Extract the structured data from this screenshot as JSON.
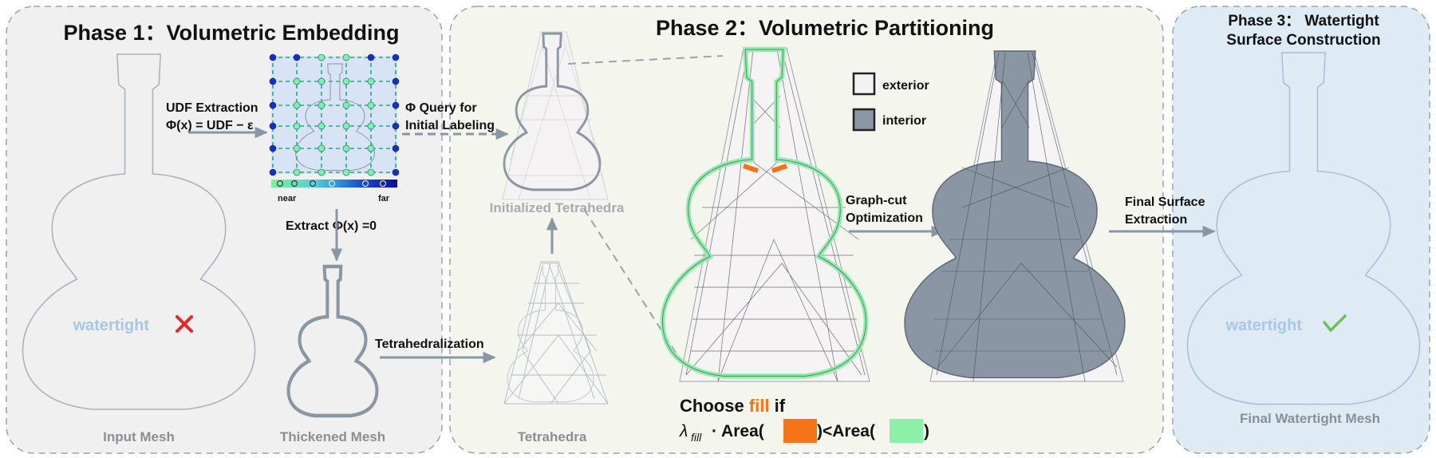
{
  "phase1": {
    "title": "Phase 1：Volumetric Embedding",
    "udf_line1": "UDF Extraction",
    "udf_line2": "Φ(x) = UDF − ε",
    "colorbar_near": "near",
    "colorbar_far": "far",
    "extract_label": "Extract Φ(x) =0",
    "watertight_label": "watertight",
    "input_caption": "Input Mesh",
    "thickened_caption": "Thickened Mesh"
  },
  "phase2": {
    "title": "Phase 2：Volumetric Partitioning",
    "query_line1": "Φ Query for",
    "query_line2": "Initial Labeling",
    "init_tet_caption": "Initialized Tetrahedra",
    "tetrahedralization_label": "Tetrahedralization",
    "tet_caption": "Tetrahedra",
    "legend_exterior": "exterior",
    "legend_interior": "interior",
    "graphcut_line1": "Graph-cut",
    "graphcut_line2": "Optimization",
    "choose_prefix": "Choose ",
    "choose_fill": "fill",
    "choose_suffix": " if",
    "formula_lambda": "λ",
    "formula_sub": "fill",
    "formula_mid": " · Area(",
    "formula_lt": ")<Area(",
    "formula_end": ")"
  },
  "phase3": {
    "title_line1": "Phase 3：  Watertight",
    "title_line2": "Surface Construction",
    "final_line1": "Final Surface",
    "final_line2": "Extraction",
    "watertight_label": "watertight",
    "final_caption": "Final Watertight Mesh"
  },
  "colors": {
    "panel1_bg": "#f0f0f1",
    "panel2_bg": "#f4f6ee",
    "panel3_bg": "#deebf4",
    "interior": "#8a96a3",
    "exterior": "#f3f1f1",
    "boundary": "#8ef0a8",
    "fill_orange": "#f47417",
    "arrow": "#8896a6",
    "cross_red": "#e8262b",
    "check_green": "#6cc15a",
    "watertight_blue": "#a8c7e6"
  }
}
